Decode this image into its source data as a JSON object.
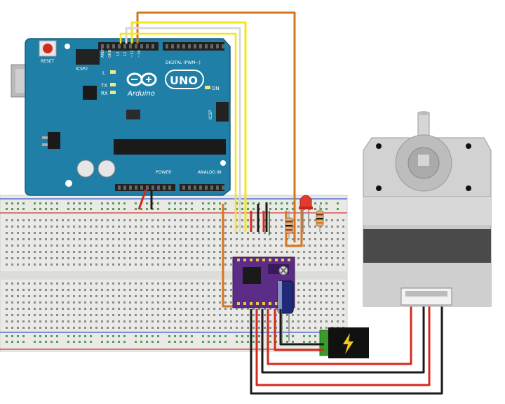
{
  "arduino": {
    "brand": "Arduino",
    "model": "UNO",
    "reset_label": "RESET",
    "icsp2_label": "ICSP2",
    "icsp_label": "ICSP",
    "on_label": "ON",
    "l_label": "L",
    "tx_label": "TX",
    "rx_label": "RX",
    "digital_header": "DIGITAL (PWM~)",
    "power_header": "POWER",
    "analog_header": "ANALOG IN",
    "aref_label": "AREF",
    "gnd_label": "GND",
    "pin_13": "13",
    "pin_12": "12",
    "pin_11": "~11",
    "pin_10": "~10",
    "board_color": "#1f7fa6"
  },
  "breadboard": {
    "color": "#e9e9e6"
  },
  "driver": {
    "color": "#5b2d87"
  },
  "led": {
    "color": "#e23b2e"
  },
  "wires": {
    "orange": "#d8741c",
    "yellow": "#f2e61c",
    "white": "#e8e8e8",
    "red": "#d42a1e",
    "black": "#1a1a1a",
    "green": "#3a9a2a"
  },
  "motor": {
    "body_color": "#d2d2d2",
    "band_color": "#4a4a4a"
  },
  "power_jack": {
    "icon": "lightning-bolt-icon"
  }
}
